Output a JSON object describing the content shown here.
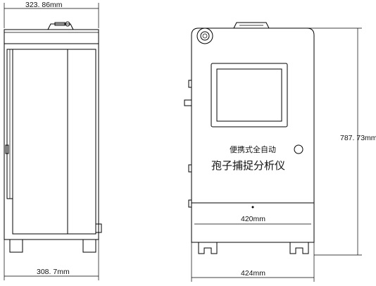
{
  "dimensions": {
    "side_top_width": "323. 86mm",
    "side_bottom_width": "308. 7mm",
    "front_inner_width": "420mm",
    "front_outer_width": "424mm",
    "front_height": "787. 73mm"
  },
  "device_label": {
    "line1": "便携式全自动",
    "line2": "孢子捕捉分析仪"
  }
}
